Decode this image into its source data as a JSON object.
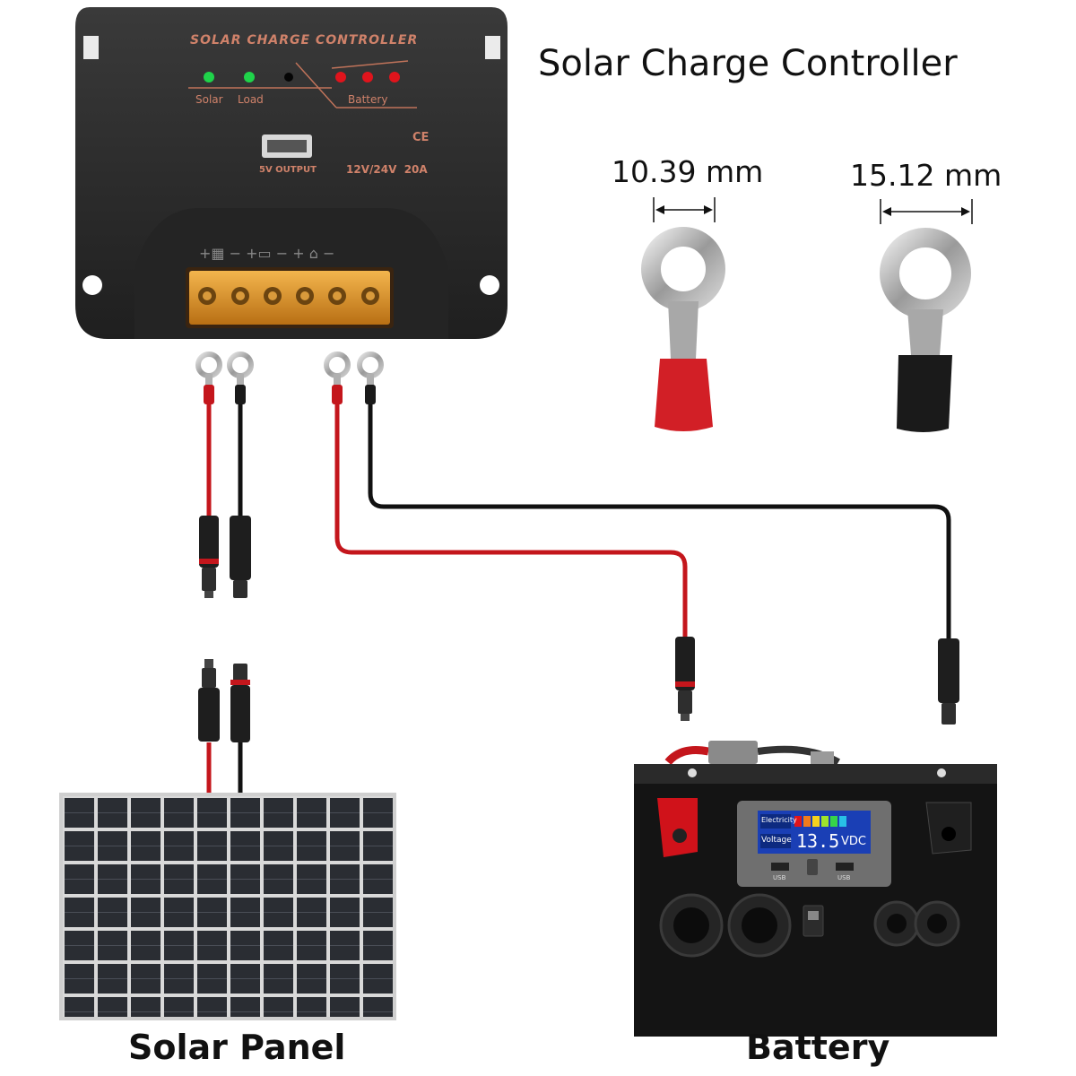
{
  "diagram": {
    "title": "Solar Charge Controller",
    "controller": {
      "brand_label": "SOLAR CHARGE CONTROLLER",
      "indicators": {
        "solar": "Solar",
        "load": "Load",
        "battery": "Battery"
      },
      "usb_label": "5V OUTPUT",
      "rating": "12V/24V  20A",
      "cert_mark": "CE"
    },
    "terminals": {
      "small": {
        "dimension": "10.39 mm",
        "insulator_color": "#d21f26"
      },
      "large": {
        "dimension": "15.12 mm",
        "insulator_color": "#1a1a1a"
      }
    },
    "battery_box": {
      "caption": "Battery",
      "display": {
        "electricity_label": "Electricity",
        "voltage_label": "Voltage",
        "voltage_value": "13.5",
        "unit": "VDC"
      },
      "usb_left": "USB",
      "usb_right": "USB"
    },
    "solar_panel": {
      "caption": "Solar Panel"
    },
    "colors": {
      "positive_wire": "#c4161c",
      "negative_wire": "#111111",
      "controller_body": "#2b2b2b",
      "terminal_block": "#e8a23a"
    }
  }
}
